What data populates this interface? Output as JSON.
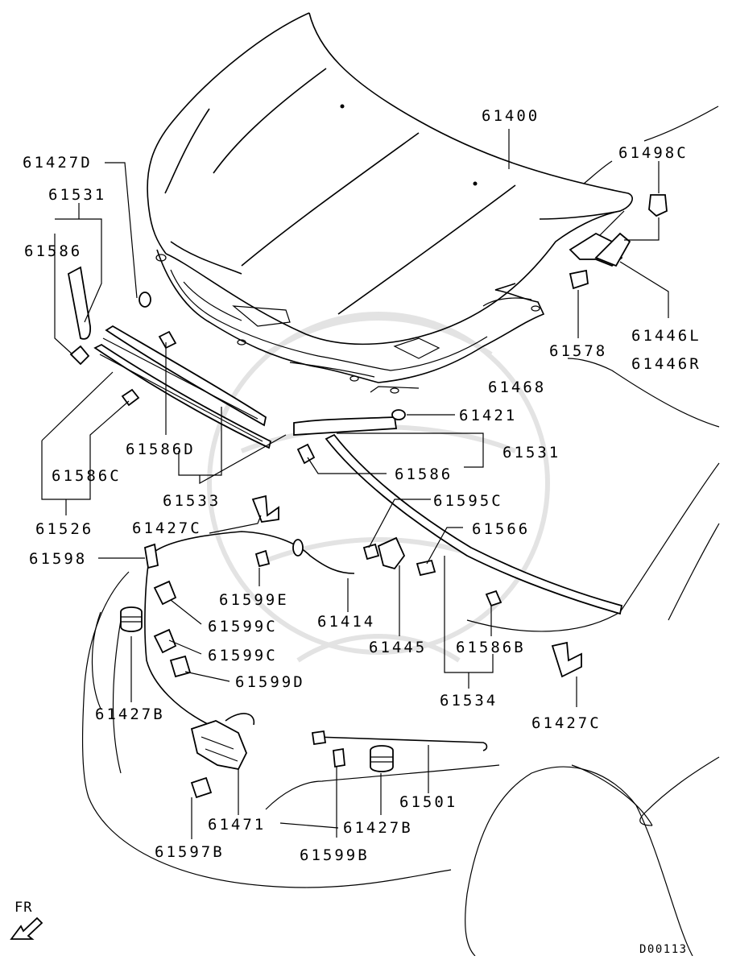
{
  "diagram": {
    "drawing_code": "D00113",
    "direction_label": "FR",
    "callouts": {
      "hood": "61400",
      "hinge_bolt": "61498C",
      "stay_clip_top": "61427D",
      "seal_front_left": "61531",
      "clip_left": "61586",
      "seal_clip_d": "61586D",
      "seal_clip_c": "61586C",
      "seal_set_left": "61526",
      "seal_set_center": "61533",
      "bumper_stop": "61578",
      "hinge_left": "61446L",
      "hinge_right": "61446R",
      "insulator": "61468",
      "insulator_clip": "61421",
      "seal_front_right": "61531",
      "clip_right": "61586",
      "rod_clip_c": "61595C",
      "screw": "61566",
      "stay_holder_top": "61427C",
      "clamp_61598": "61598",
      "clip_e": "61599E",
      "cable": "61414",
      "holder": "61445",
      "clip_b_right": "61586B",
      "clip_c_1": "61599C",
      "clip_c_2": "61599C",
      "clip_d": "61599D",
      "seal_set_right": "61534",
      "bumper_left": "61427B",
      "stay_holder_right": "61427C",
      "stay_rod": "61501",
      "latch": "61471",
      "bumper_right": "61427B",
      "bolt": "61597B",
      "clip_b_bottom": "61599B"
    }
  }
}
